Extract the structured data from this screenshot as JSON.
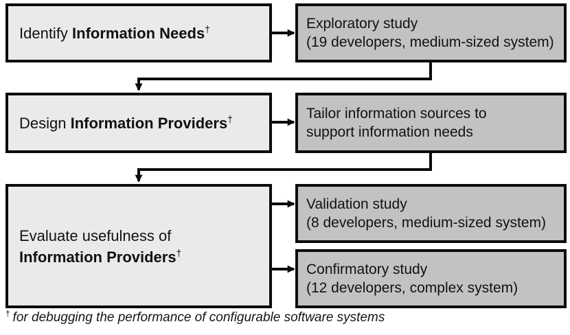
{
  "diagram": {
    "left_boxes": [
      {
        "normal": "Identify ",
        "bold": "Information Needs",
        "dagger": "†"
      },
      {
        "normal": "Design ",
        "bold": "Information Providers",
        "dagger": "†"
      },
      {
        "normal": "Evaluate usefulness of",
        "bold": "Information Providers",
        "dagger": "†"
      }
    ],
    "right_boxes": [
      {
        "lines": [
          "Exploratory study",
          "(19 developers, medium-sized system)"
        ]
      },
      {
        "lines": [
          "Tailor information sources to",
          "support information needs"
        ]
      },
      {
        "lines": [
          "Validation study",
          "(8 developers, medium-sized system)"
        ]
      },
      {
        "lines": [
          "Confirmatory study",
          "(12 developers, complex system)"
        ]
      }
    ],
    "footnote": {
      "dagger": "†",
      "text": "for debugging the performance of configurable software systems"
    },
    "colors": {
      "left_box_bg": "#eaeaea",
      "right_box_bg": "#c2c2c2",
      "border": "#0b0b0b",
      "arrow": "#0b0b0b",
      "background": "#ffffff"
    }
  }
}
